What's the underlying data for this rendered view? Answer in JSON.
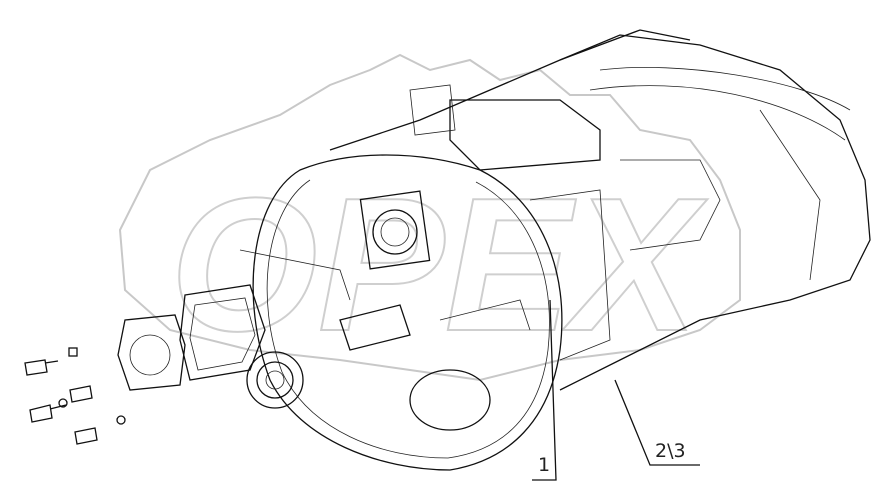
{
  "watermark": "OPEX",
  "callouts": [
    {
      "id": "callout-1",
      "text": "1"
    },
    {
      "id": "callout-2-3",
      "text": "2\\3"
    }
  ],
  "colors": {
    "line": "#111111",
    "watermark": "#c8c8c8",
    "background": "#ffffff"
  }
}
